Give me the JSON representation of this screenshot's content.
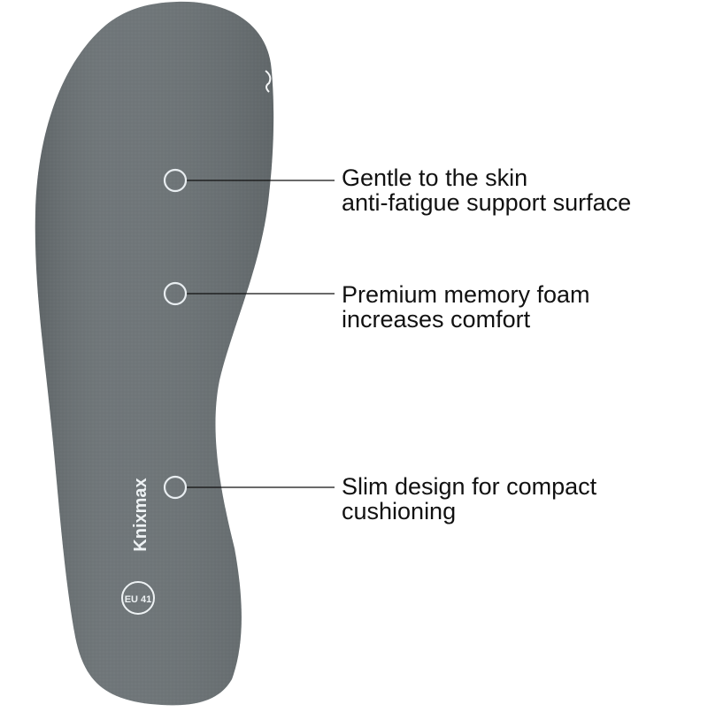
{
  "product": {
    "brand": "Knixmax",
    "size_badge": "EU 41",
    "insole_color": "#6b7275",
    "marker_color": "#e9eef1",
    "leader_line_color": "#111111"
  },
  "features": [
    {
      "line1": "Gentle to the skin",
      "line2": "anti-fatigue support surface"
    },
    {
      "line1": "Premium memory foam",
      "line2": "increases comfort"
    },
    {
      "line1": "Slim design for compact",
      "line2": "cushioning"
    }
  ]
}
